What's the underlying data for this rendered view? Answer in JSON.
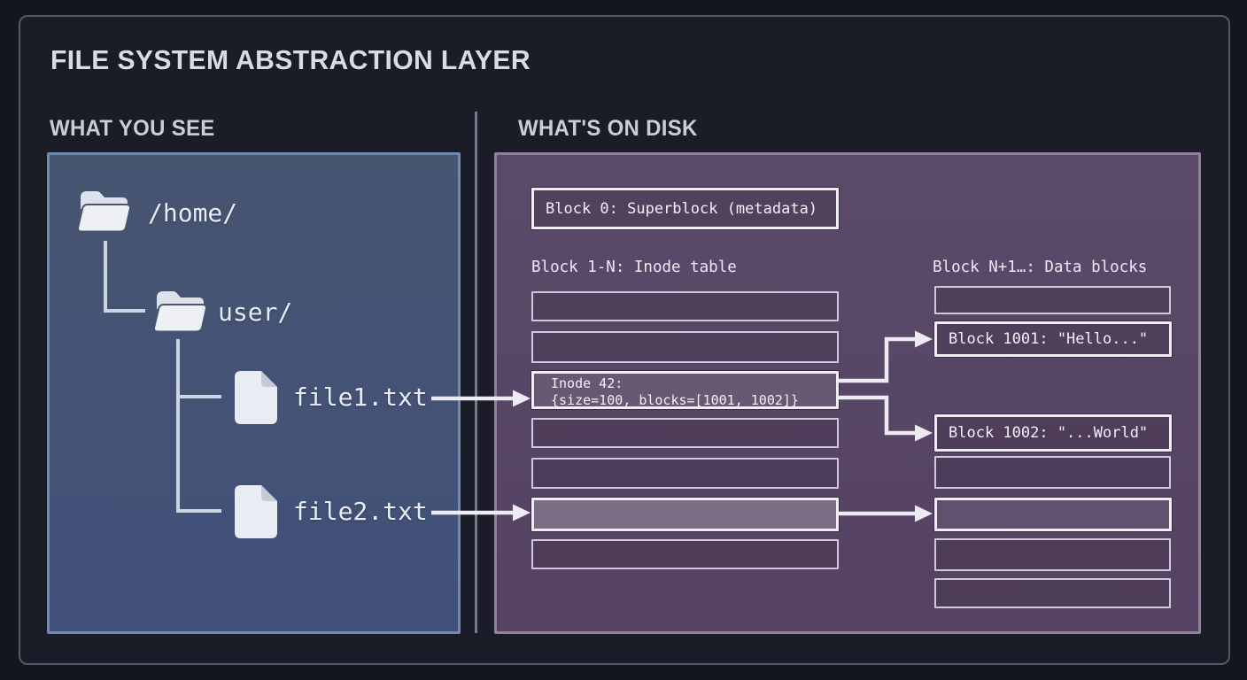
{
  "title": "FILE SYSTEM ABSTRACTION LAYER",
  "left_section": {
    "heading": "WHAT YOU SEE",
    "tree": {
      "root_label": "/home/",
      "dir_label": "user/",
      "file1_label": "file1.txt",
      "file2_label": "file2.txt"
    }
  },
  "right_section": {
    "heading": "WHAT'S ON DISK",
    "superblock_label": "Block 0: Superblock (metadata)",
    "inode_table_heading": "Block 1-N: Inode table",
    "data_blocks_heading": "Block N+1…: Data blocks",
    "inode42": {
      "line1": "Inode 42:",
      "line2": "{size=100, blocks=[1001, 1002]}"
    },
    "block1001_label": "Block 1001: \"Hello...\"",
    "block1002_label": "Block 1002: \"...World\""
  },
  "icons": {
    "root_folder": "folder-icon",
    "user_folder": "folder-icon",
    "file1": "file-icon",
    "file2": "file-icon",
    "arrows": "arrow-right-icon"
  },
  "colors": {
    "panel_left": "#475571",
    "panel_left_border": "#7289b0",
    "panel_right": "#5a4a68",
    "panel_right_border": "#8f819e",
    "box_border": "#cfcada",
    "highlight_border": "#f0edf5",
    "connector": "#edebf3",
    "tree_line": "#ccd3e2",
    "text_mono": "#f2f0f7"
  }
}
